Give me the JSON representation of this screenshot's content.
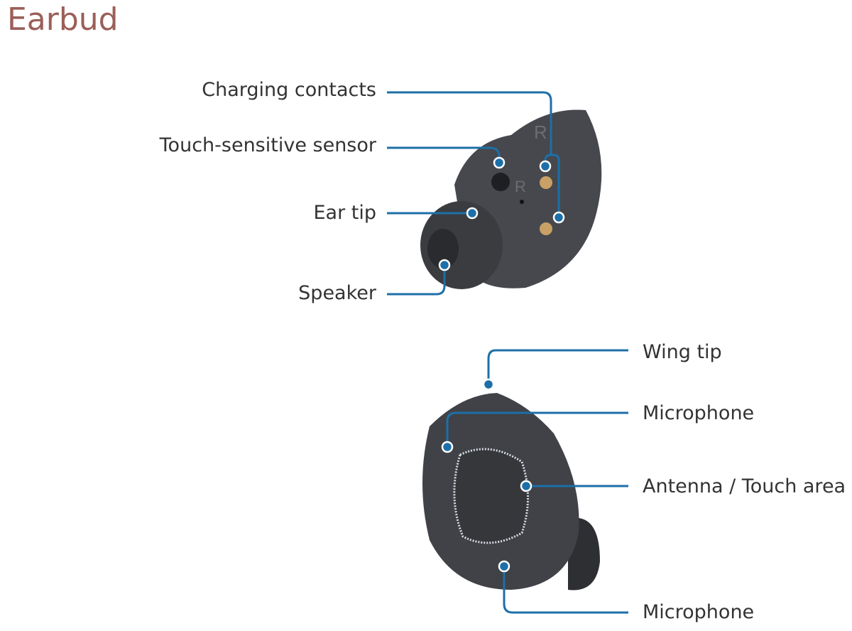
{
  "title": "Earbud",
  "top_view": {
    "labels": [
      "Charging contacts",
      "Touch-sensitive sensor",
      "Ear tip",
      "Speaker"
    ],
    "marking": "R"
  },
  "bottom_view": {
    "labels": [
      "Wing tip",
      "Microphone",
      "Antenna / Touch area",
      "Microphone"
    ]
  },
  "colors": {
    "title": "#9b5f58",
    "callout": "#1d6fa8",
    "earbud": "#3f4146",
    "contacts": "#c9a066"
  }
}
